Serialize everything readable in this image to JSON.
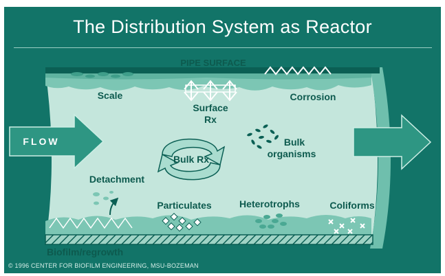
{
  "slide": {
    "title": "The Distribution System as Reactor",
    "footer": "© 1996  CENTER FOR BIOFILM ENGINEERING, MSU-BOZEMAN"
  },
  "diagram": {
    "pipe_surface": "PIPE SURFACE",
    "flow": "FLOW",
    "labels": {
      "scale": "Scale",
      "surface_rx_line1": "Surface",
      "surface_rx_line2": "Rx",
      "corrosion": "Corrosion",
      "bulk_rx": "Bulk Rx",
      "bulk_organisms_line1": "Bulk",
      "bulk_organisms_line2": "organisms",
      "detachment": "Detachment",
      "particulates": "Particulates",
      "heterotrophs": "Heterotrophs",
      "coliforms": "Coliforms",
      "biofilm_regrowth": "Biofilm/regrowth"
    }
  },
  "colors": {
    "frame": "#127468",
    "pipe_interior": "#c4e6dc",
    "pipe_wall": "#0b5f54",
    "label": "#0d5a4e",
    "arrow": "#2e9683"
  }
}
